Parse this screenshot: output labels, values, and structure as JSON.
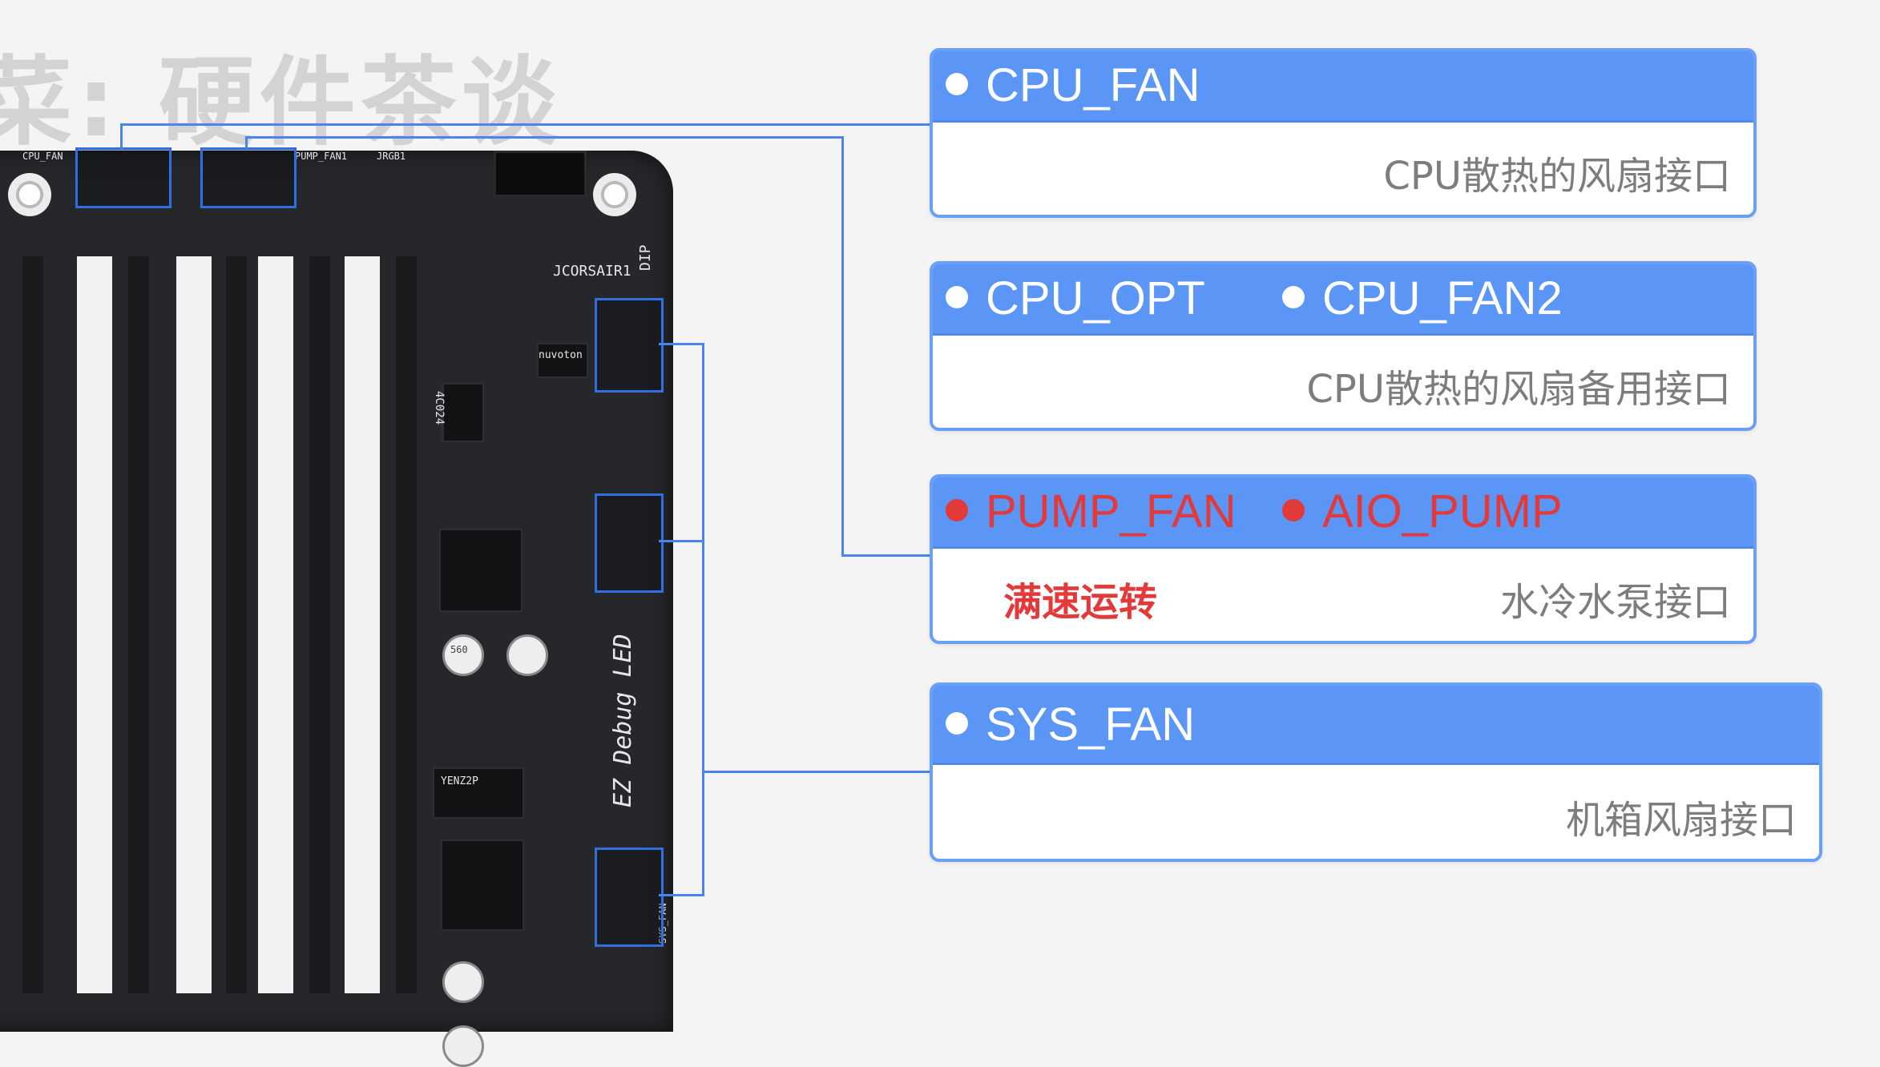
{
  "watermark": "菜: 硬件茶谈",
  "board_labels": {
    "cpu_fan": "CPU_FAN",
    "pump_fan1": "PUMP_FAN1",
    "jrgb1": "JRGB1",
    "jcorsair1": "JCORSAIR1",
    "dip": "DIP",
    "ez_debug_led": "EZ Debug LED",
    "sys_fan": "SYS_FAN",
    "chip_text_1": "4C024",
    "chip_text_2": "YENZ2P",
    "chip_brand": "nuvoton",
    "cap_text": "560"
  },
  "colors": {
    "card_header": "#5b95f5",
    "card_border": "#6a9ff6",
    "connector_line": "#4a84ee",
    "warning_red": "#e23a3a",
    "description_gray": "#7d7d7d"
  },
  "cards": [
    {
      "items": [
        {
          "label": "CPU_FAN",
          "color": "white"
        }
      ],
      "note": "",
      "description": "CPU散热的风扇接口"
    },
    {
      "items": [
        {
          "label": "CPU_OPT",
          "color": "white"
        },
        {
          "label": "CPU_FAN2",
          "color": "white"
        }
      ],
      "note": "",
      "description": "CPU散热的风扇备用接口"
    },
    {
      "items": [
        {
          "label": "PUMP_FAN",
          "color": "red"
        },
        {
          "label": "AIO_PUMP",
          "color": "red"
        }
      ],
      "note": "满速运转",
      "description": "水冷水泵接口"
    },
    {
      "items": [
        {
          "label": "SYS_FAN",
          "color": "white"
        }
      ],
      "note": "",
      "description": "机箱风扇接口"
    }
  ]
}
